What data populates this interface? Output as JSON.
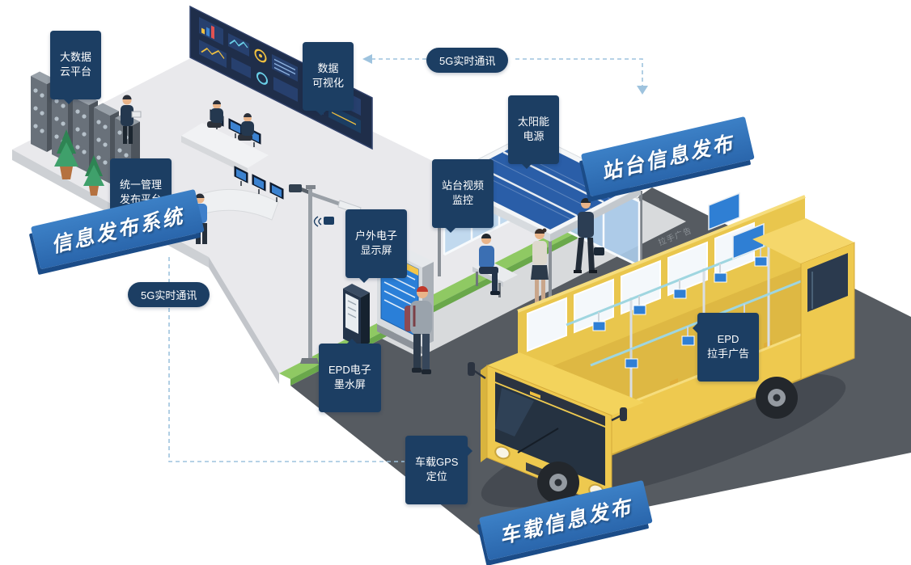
{
  "palette": {
    "label_bg": "#1c3e63",
    "banner_top": "#3c80c6",
    "banner_bottom": "#2a66ac",
    "banner_edge": "#1b4c88",
    "connector": "#9ec3de",
    "bus_yellow": "#eec94f",
    "screen_blue": "#2f7fd4",
    "solar_blue": "#2a5ea8",
    "grass_green": "#8fc963",
    "road_gray": "#565b61"
  },
  "callouts": {
    "cloud": "大数据\n云平台",
    "visualization": "数据\n可视化",
    "g5_top": "5G实时通讯",
    "g5_left": "5G实时通讯",
    "solar": "太阳能\n电源",
    "station_cctv": "站台视频\n监控",
    "unified": "统一管理\n发布平台",
    "outdoor_display": "户外电子\n显示屏",
    "epd_ink": "EPD电子\n墨水屏",
    "epd_handle": "EPD\n拉手广告",
    "gps": "车载GPS\n定位"
  },
  "banners": {
    "system": "信息发布系统",
    "station": "站台信息发布",
    "vehicle": "车载信息发布"
  },
  "scene_texts": {
    "bus_side_ad": "拉手广告"
  }
}
